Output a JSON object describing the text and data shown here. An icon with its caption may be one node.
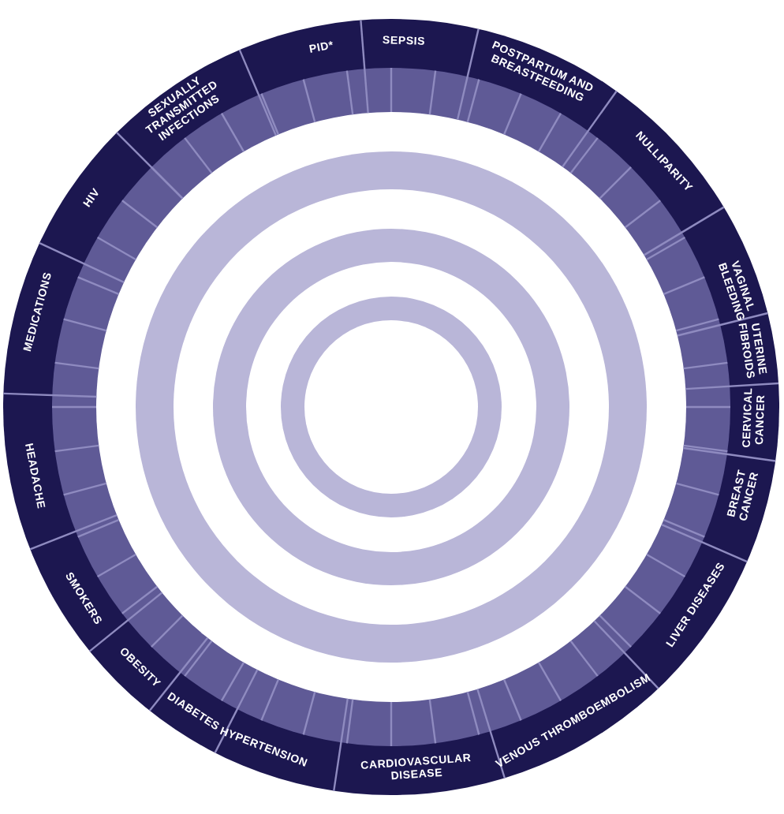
{
  "diagram": {
    "labels": [
      "HIV",
      "SEXUALLY TRANSMITTED INFECTIONS",
      "PID*",
      "SEPSIS",
      "POSTPARTUM AND BREASTFEEDING",
      "NULLIPARITY",
      "VAGINAL BLEEDING",
      "UTERINE FIBROIDS",
      "CERVICAL CANCER",
      "BREAST CANCER",
      "LIVER DISEASES",
      "VENOUS THROMBOEMBOLISM",
      "CARDIOVASCULAR DISEASE",
      "HYPERTENSION",
      "DIABETES",
      "OBESITY",
      "SMOKERS",
      "HEADACHE",
      "MEDICATIONS"
    ]
  }
}
